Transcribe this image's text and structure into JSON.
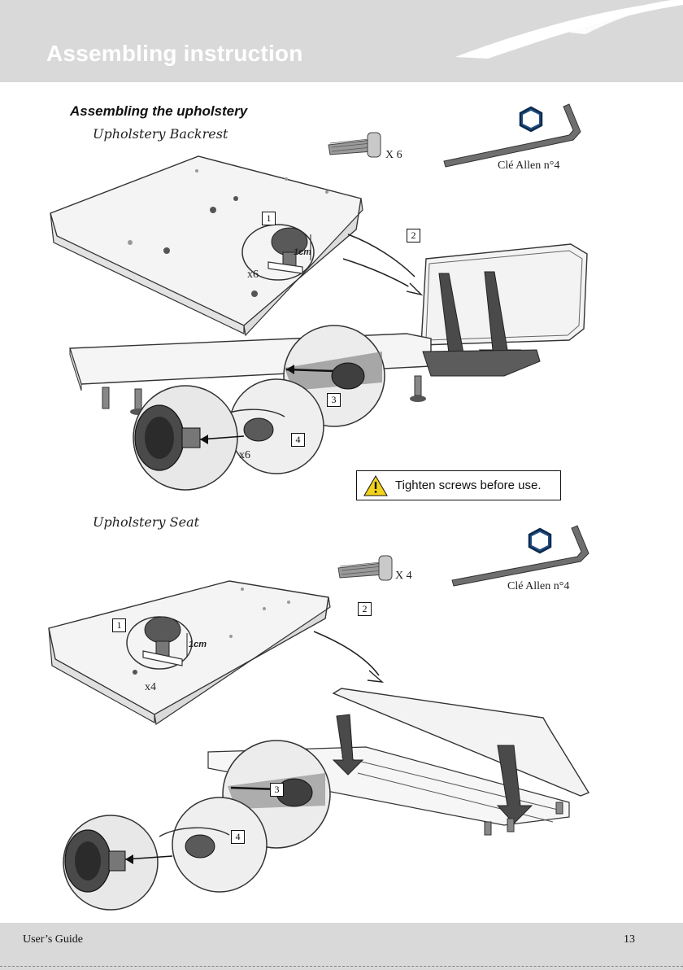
{
  "header": {
    "title": "Assembling instruction"
  },
  "section": {
    "title": "Assembling the upholstery"
  },
  "backrest": {
    "subtitle": "Upholstery Backrest",
    "screw_qty": "X 6",
    "tool_label": "Clé Allen n°4",
    "detail_qty_1": "x6",
    "detail_qty_2": "x6",
    "detail_measure": "1cm",
    "steps": [
      "1",
      "2",
      "3",
      "4"
    ]
  },
  "warning": {
    "text": "Tighten screws before use."
  },
  "seat": {
    "subtitle": "Upholstery Seat",
    "screw_qty": "X 4",
    "tool_label": "Clé Allen n°4",
    "detail_qty_1": "x4",
    "detail_measure": "1cm",
    "steps": [
      "1",
      "2",
      "3",
      "4"
    ]
  },
  "footer": {
    "left": "User’s Guide",
    "page_number": "13"
  },
  "colors": {
    "header_bg": "#d9d9d9",
    "allen_hex_blue": "#1f4f86",
    "warning_yellow": "#f2d21b"
  }
}
